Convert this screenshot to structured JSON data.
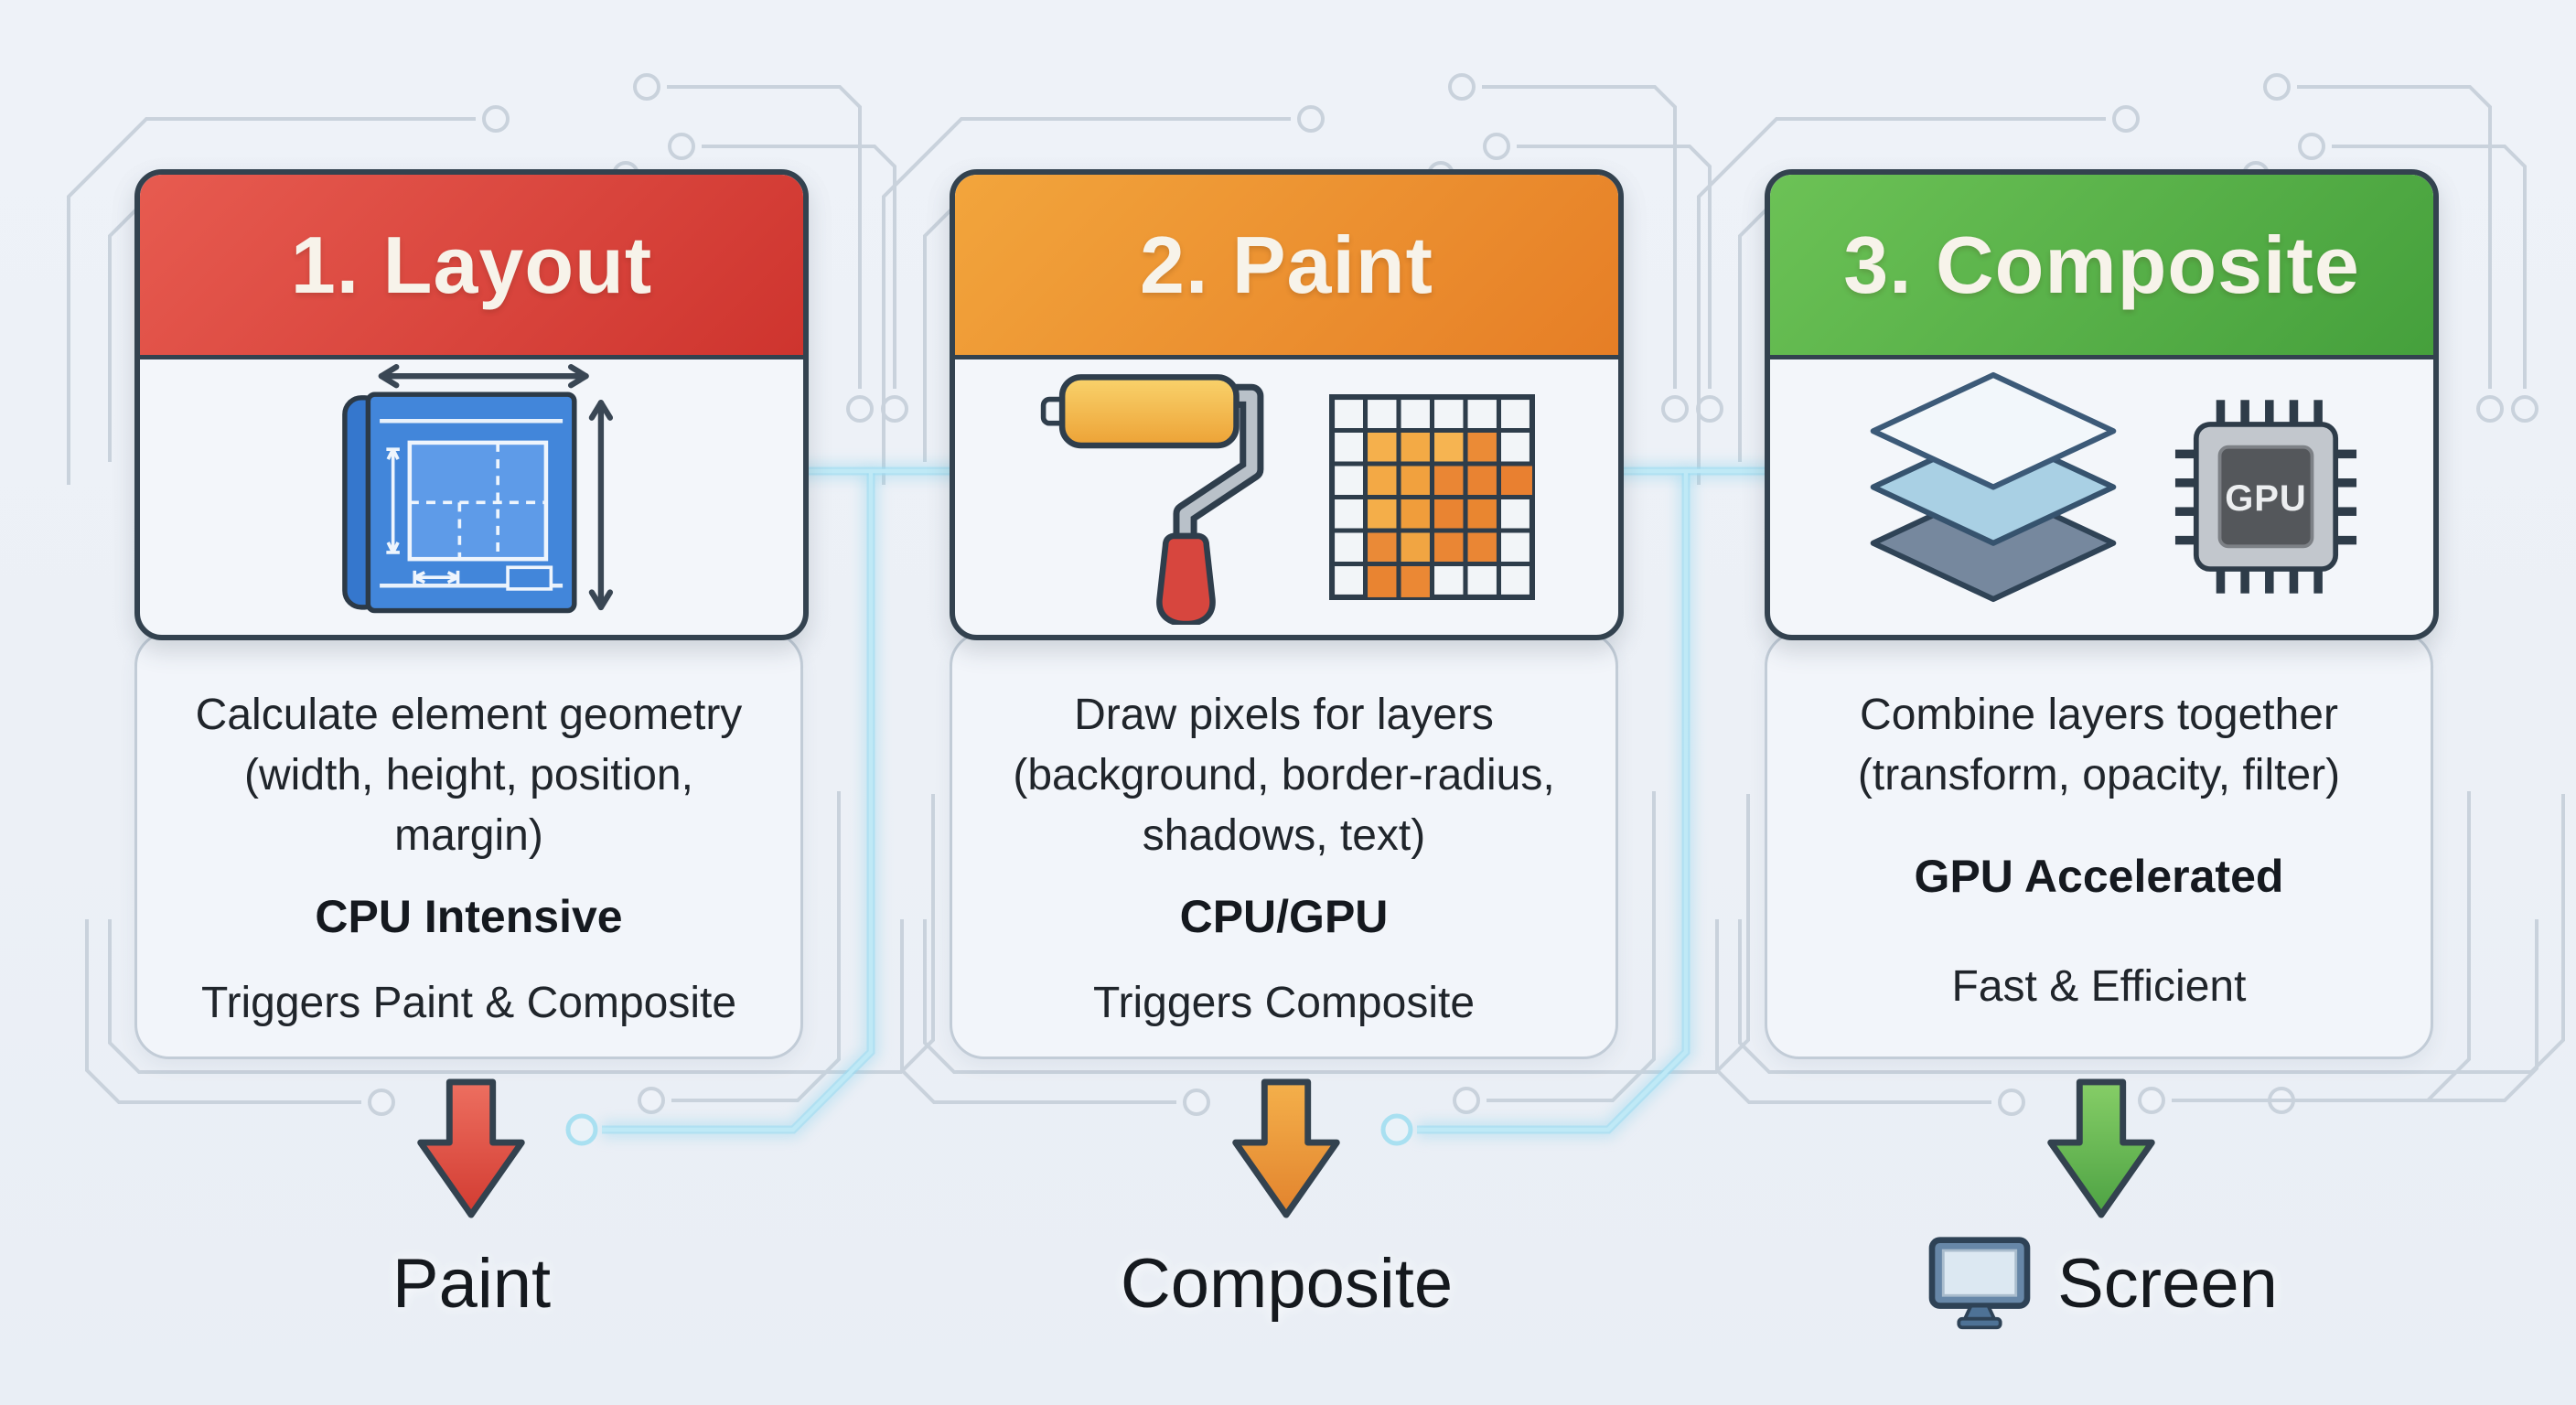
{
  "canvas": {
    "background": "#ecf1f7",
    "circuit_line_color": "#c9d2dc",
    "glow_trace_color": "#aee0f2",
    "card_border_color": "#33424f",
    "text_color": "#20252b"
  },
  "cards": [
    {
      "step_title": "1. Layout",
      "header_gradient_start": "#e75b50",
      "header_gradient_end": "#ce342e",
      "desc_lines": [
        "Calculate element geometry",
        "(width, height, position,",
        "margin)"
      ],
      "emphasis": "CPU Intensive",
      "note": "Triggers Paint & Composite",
      "arrow_color_start": "#ed6f60",
      "arrow_color_end": "#d23b31",
      "output_label": "Paint",
      "icons": [
        "blueprint-icon"
      ]
    },
    {
      "step_title": "2. Paint",
      "header_gradient_start": "#f2a53c",
      "header_gradient_end": "#e67e26",
      "desc_lines": [
        "Draw pixels for layers",
        "(background, border-radius,",
        "shadows, text)"
      ],
      "emphasis": "CPU/GPU",
      "note": "Triggers Composite",
      "arrow_color_start": "#f4b04b",
      "arrow_color_end": "#e2832d",
      "output_label": "Composite",
      "icons": [
        "paint-roller-icon",
        "pixel-grid-icon"
      ]
    },
    {
      "step_title": "3. Composite",
      "header_gradient_start": "#6cc256",
      "header_gradient_end": "#45a03c",
      "desc_lines": [
        "Combine layers together",
        "(transform, opacity, filter)"
      ],
      "emphasis": "GPU Accelerated",
      "note": "Fast & Efficient",
      "arrow_color_start": "#86ce67",
      "arrow_color_end": "#4da243",
      "output_label": "Screen",
      "icons": [
        "layers-icon",
        "gpu-chip-icon",
        "monitor-icon"
      ]
    }
  ],
  "gpu_chip_label": "GPU"
}
